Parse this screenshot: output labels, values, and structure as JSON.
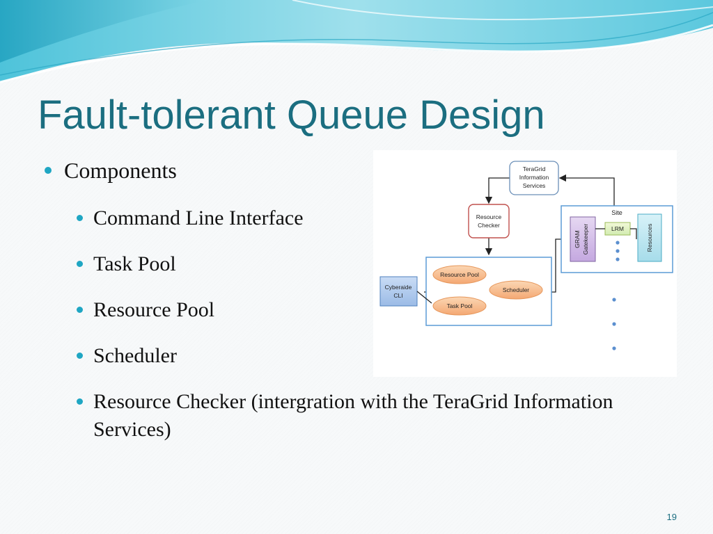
{
  "slide": {
    "title": "Fault-tolerant Queue Design",
    "bullet_main": "Components",
    "sub_bullets": [
      "Command Line Interface",
      "Task Pool",
      "Resource Pool",
      "Scheduler",
      "Resource Checker (intergration with the TeraGrid Information Services)"
    ],
    "page_number": "19"
  },
  "diagram": {
    "teragrid": [
      "TeraGrid",
      "Information",
      "Services"
    ],
    "resource_checker": [
      "Resource",
      "Checker"
    ],
    "cyberaide": [
      "Cyberaide",
      "CLI"
    ],
    "resource_pool": "Resource Pool",
    "task_pool": "Task Pool",
    "scheduler": "Scheduler",
    "site": "Site",
    "gram": [
      "GRAM",
      "Gatekeeper"
    ],
    "lrm": "LRM",
    "resources": "Resources"
  },
  "colors": {
    "title": "#1b6e80",
    "bullet": "#1fa6c3",
    "teal_banner": "#7fd0e0"
  }
}
